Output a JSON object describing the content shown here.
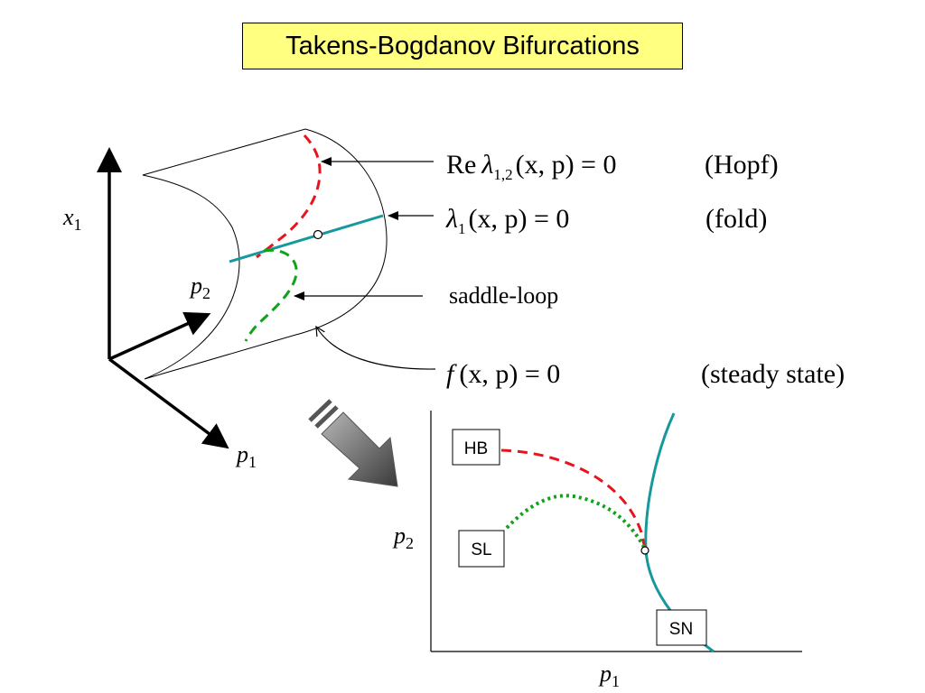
{
  "title": "Takens-Bogdanov Bifurcations",
  "surface_3d": {
    "axes": {
      "x1": {
        "var": "x",
        "sub": "1"
      },
      "p2": {
        "var": "p",
        "sub": "2"
      },
      "p1": {
        "var": "p",
        "sub": "1"
      }
    }
  },
  "equations": {
    "hopf": {
      "re": "Re",
      "lambda": "λ",
      "sub": "1,2",
      "args": "(x, p) = 0",
      "name": "(Hopf)"
    },
    "fold": {
      "lambda": "λ",
      "sub": "1",
      "args": "(x, p) = 0",
      "name": "(fold)"
    },
    "saddle_loop": {
      "label": "saddle-loop"
    },
    "steady_state": {
      "f": "f",
      "args": "(x, p) = 0",
      "name": "(steady state)"
    }
  },
  "plot_2d": {
    "labels": {
      "hb": "HB",
      "sl": "SL",
      "sn": "SN"
    },
    "axes": {
      "p2": {
        "var": "p",
        "sub": "2"
      },
      "p1": {
        "var": "p",
        "sub": "1"
      }
    }
  },
  "colors": {
    "hopf": "#e8141b",
    "fold": "#16999d",
    "saddle_loop": "#10a21a",
    "title_bg": "#ffff80"
  }
}
